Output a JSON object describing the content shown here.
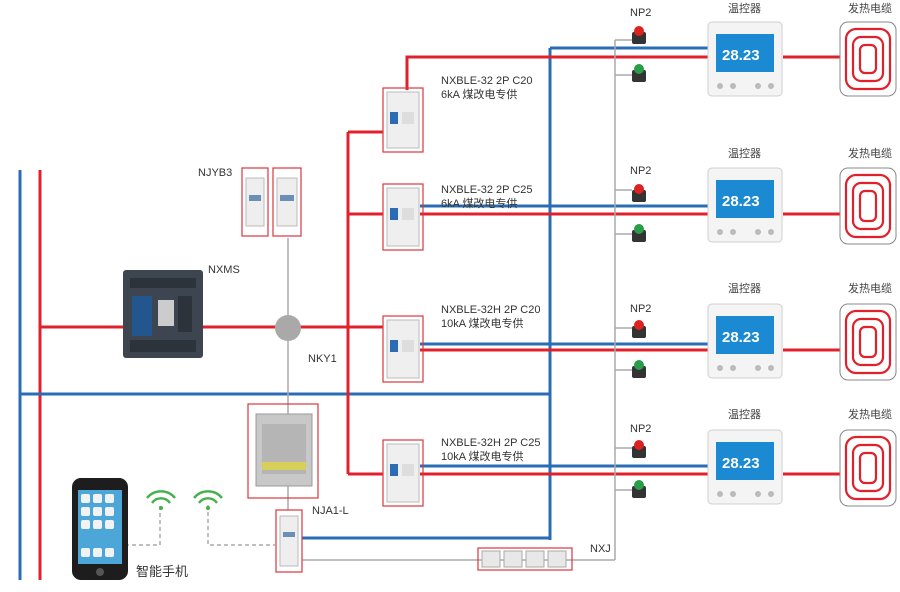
{
  "labels": {
    "njyb3": "NJYB3",
    "nxms": "NXMS",
    "nky1": "NKY1",
    "nja1l": "NJA1-L",
    "nxj": "NXJ",
    "phone": "智能手机"
  },
  "breakers": [
    {
      "model": "NXBLE-32 2P C20",
      "spec": "6kA 煤改电专供"
    },
    {
      "model": "NXBLE-32 2P C25",
      "spec": "6kA 煤改电专供"
    },
    {
      "model": "NXBLE-32H 2P C20",
      "spec": "10kA 煤改电专供"
    },
    {
      "model": "NXBLE-32H 2P C25",
      "spec": "10kA 煤改电专供"
    }
  ],
  "rows": [
    {
      "np_label": "NP2",
      "thermostat_label": "温控器",
      "cable_label": "发热电缆",
      "display": "28.23"
    },
    {
      "np_label": "NP2",
      "thermostat_label": "温控器",
      "cable_label": "发热电缆",
      "display": "28.23"
    },
    {
      "np_label": "NP2",
      "thermostat_label": "温控器",
      "cable_label": "发热电缆",
      "display": "28.23"
    },
    {
      "np_label": "NP2",
      "thermostat_label": "温控器",
      "cable_label": "发热电缆",
      "display": "28.23"
    }
  ],
  "colors": {
    "live": "#e0202a",
    "neutral": "#2a6db5",
    "signal": "#aaaaaa",
    "highlight": "#d9363e"
  }
}
